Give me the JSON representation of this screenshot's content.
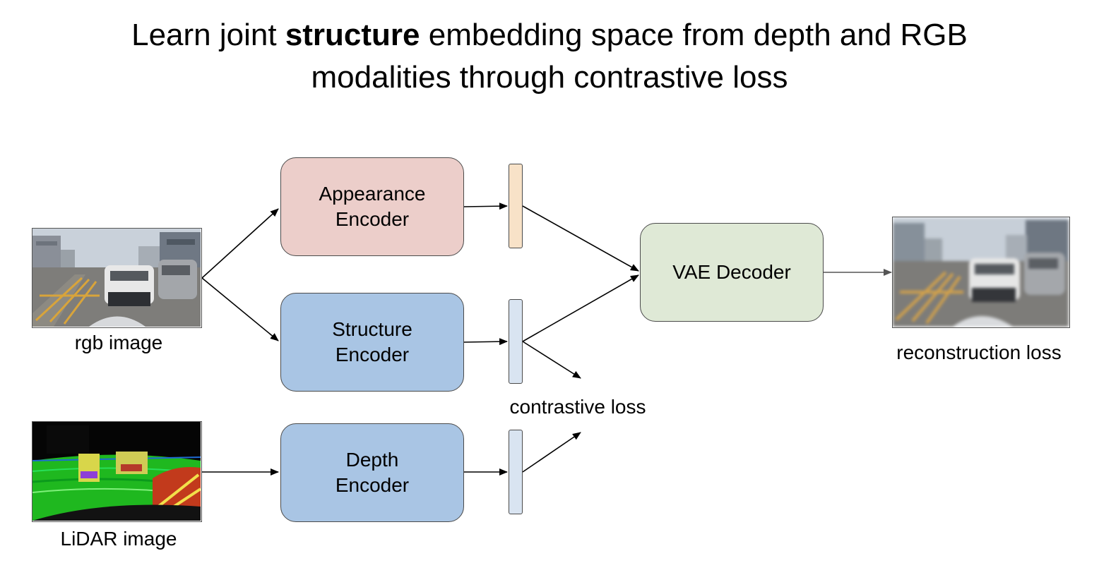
{
  "title": {
    "line1_before": "Learn joint ",
    "line1_bold": "structure",
    "line1_after": " embedding space from depth and RGB",
    "line2": "modalities through contrastive loss"
  },
  "inputs": {
    "rgb_label": "rgb image",
    "lidar_label": "LiDAR image"
  },
  "encoders": {
    "appearance": [
      "Appearance",
      "Encoder"
    ],
    "structure": [
      "Structure",
      "Encoder"
    ],
    "depth": [
      "Depth",
      "Encoder"
    ]
  },
  "decoder": {
    "label": "VAE Decoder"
  },
  "losses": {
    "contrastive": "contrastive loss",
    "reconstruction": "reconstruction loss"
  },
  "colors": {
    "appearance_encoder": "#ecceca",
    "structure_encoder": "#a9c5e4",
    "depth_encoder": "#a9c5e4",
    "vae_decoder": "#dfe9d6",
    "appearance_embedding": "#f8e2c8",
    "structure_embedding": "#d9e4f1",
    "depth_embedding": "#d9e4f1"
  }
}
